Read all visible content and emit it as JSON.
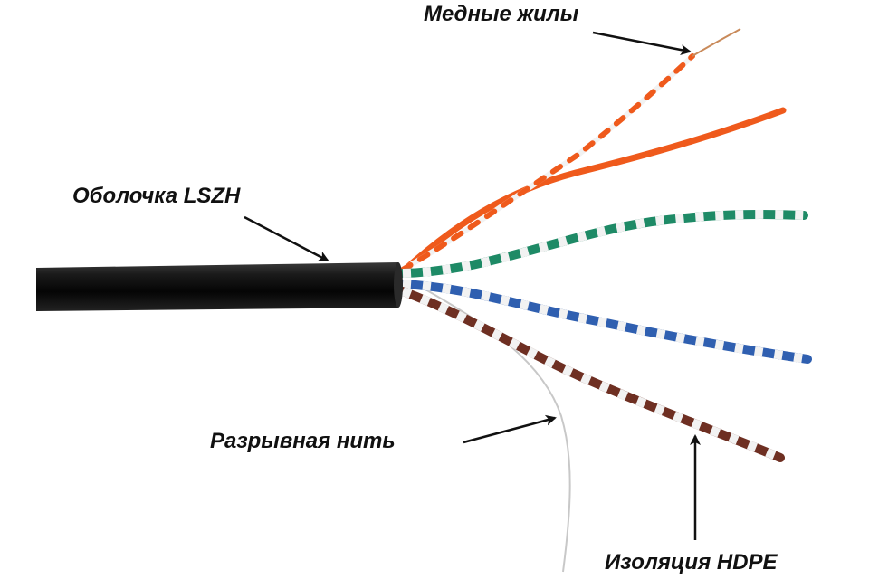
{
  "labels": {
    "copper": "Медные жилы",
    "jacket": "Оболочка LSZH",
    "ripcord": "Разрывная нить",
    "insulation": "Изоляция HDPE"
  },
  "colors": {
    "jacket": "#111111",
    "orange": "#ef5a1c",
    "green": "#1e8a66",
    "blue": "#2f5fb0",
    "brown": "#6e2f22",
    "white_stripe": "#f2f2f2",
    "copper": "#c98a5a",
    "ripcord": "#c8c8c8",
    "arrow": "#111111",
    "text": "#111111"
  },
  "icons": {
    "pointer": "arrow-icon"
  }
}
